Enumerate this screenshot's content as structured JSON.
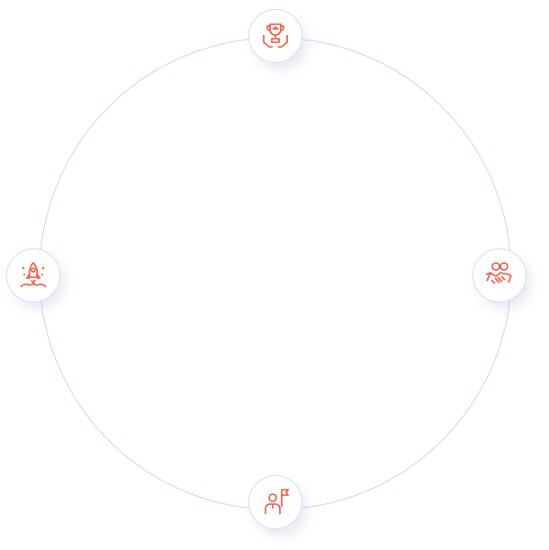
{
  "colors": {
    "accent": "#f4553f",
    "ring": "#c9d4f6"
  },
  "nodes": [
    {
      "id": "top",
      "icon": "trophy-hands-icon"
    },
    {
      "id": "right",
      "icon": "handshake-money-icon"
    },
    {
      "id": "bottom",
      "icon": "person-flag-icon"
    },
    {
      "id": "left",
      "icon": "rocket-launch-icon"
    }
  ]
}
